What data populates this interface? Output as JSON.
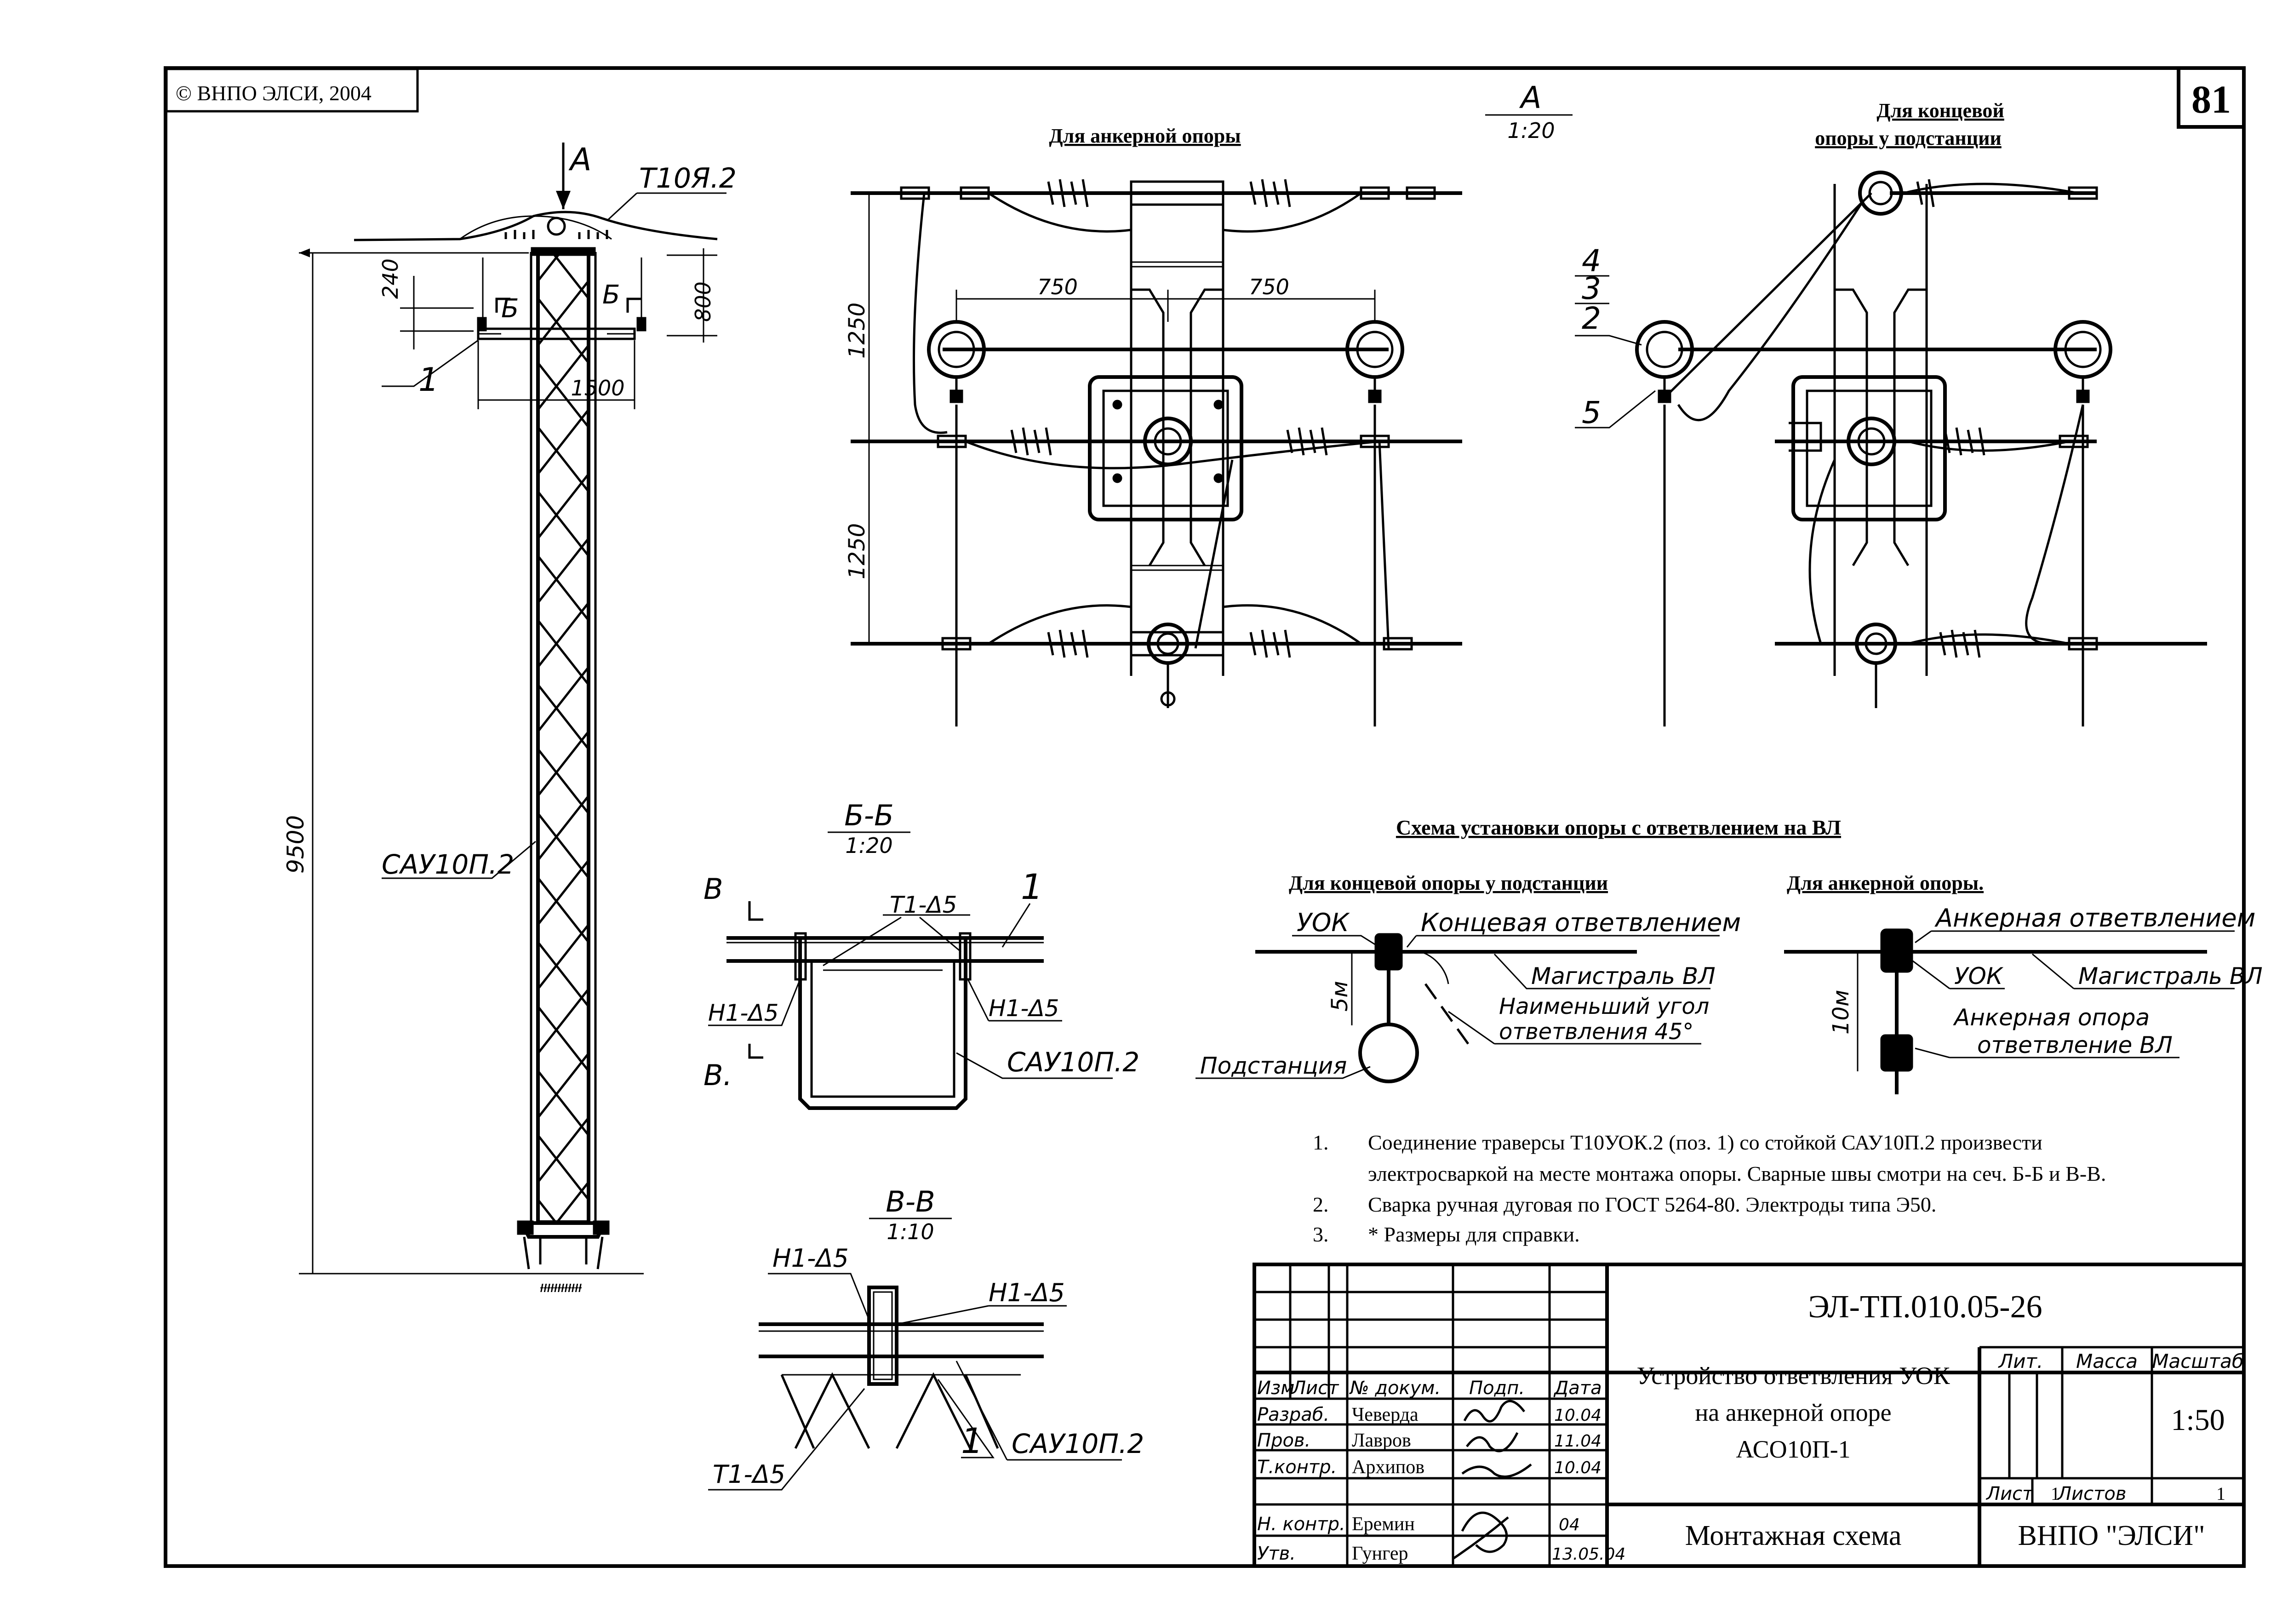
{
  "copyright": "© ВНПО ЭЛСИ, 2004",
  "sheet_number": "81",
  "left_view": {
    "arrow_label": "А",
    "crossarm_label": "Т10Я.2",
    "dim_240": "240",
    "dim_800": "800",
    "dim_1500": "1500",
    "dim_9500": "9500",
    "section_b_left": "Б",
    "section_b_right": "Б",
    "pos_1": "1",
    "column_label": "САУ10П.2",
    "ground_marks": "ᵼᵼᵼᵼᵼᵼᵼᵼᵼᵼᵼᵼ"
  },
  "view_a": {
    "title": "А",
    "scale": "1:20",
    "anchor_title": "Для анкерной опоры",
    "terminal_title_line1": "Для концевой",
    "terminal_title_line2": "опоры у подстанции",
    "dim_750_left": "750",
    "dim_750_right": "750",
    "dim_1250_top": "1250",
    "dim_1250_bottom": "1250",
    "pos_4": "4",
    "pos_3": "3",
    "pos_2": "2",
    "pos_5": "5"
  },
  "section_bb": {
    "title": "Б-Б",
    "scale": "1:20",
    "label_v_top": "В",
    "label_v_bottom": "В.",
    "weld_top": "Т1-Δ5",
    "weld_left": "Н1-Δ5",
    "weld_right": "Н1-Δ5",
    "pos_1": "1",
    "column_label": "САУ10П.2"
  },
  "section_vv": {
    "title": "В-В",
    "scale": "1:10",
    "weld_left": "Н1-Δ5",
    "weld_right": "Н1-Δ5",
    "weld_bottom": "Т1-Δ5",
    "pos_1": "1",
    "column_label": "САУ10П.2"
  },
  "scheme": {
    "title": "Схема установки опоры с ответвлением на ВЛ",
    "left_title": "Для концевой опоры у подстанции",
    "left_uok": "УОК",
    "left_branch": "Концевая ответвлением",
    "left_main": "Магистраль ВЛ",
    "left_angle_line1": "Наименьший угол",
    "left_angle_line2": "ответвления 45°",
    "left_dim": "5м",
    "left_substation": "Подстанция",
    "right_title": "Для анкерной опоры.",
    "right_branch": "Анкерная ответвлением",
    "right_uok": "УОК",
    "right_main": "Магистраль ВЛ",
    "right_dim": "10м",
    "right_anchor_line1": "Анкерная опора",
    "right_anchor_line2": "ответвление ВЛ"
  },
  "notes": [
    {
      "num": "1.",
      "line1": "Соединение траверсы Т10УОК.2 (поз. 1) со стойкой САУ10П.2  произвести",
      "line2": "электросваркой на месте монтажа опоры.  Сварные швы смотри на сеч. Б-Б и В-В."
    },
    {
      "num": "2.",
      "line1": "Сварка ручная дуговая  по ГОСТ 5264-80. Электроды типа Э50."
    },
    {
      "num": "3.",
      "line1": "* Размеры для справки."
    }
  ],
  "title_block": {
    "doc_code": "ЭЛ-ТП.010.05-26",
    "description_line1": "Устройство ответвления УОК",
    "description_line2": "на анкерной  опоре",
    "description_line3": "АСО10П-1",
    "drawing_title": "Монтажная схема",
    "organization": "ВНПО \"ЭЛСИ\"",
    "col_lit": "Лит.",
    "col_mass": "Масса",
    "col_scale": "Масштаб",
    "scale_value": "1:50",
    "sheet_label": "Лист",
    "sheet_value": "1",
    "sheets_label": "Листов",
    "sheets_value": "1",
    "header_izm": "Изм",
    "header_list": "Лист",
    "header_doc": "№ докум.",
    "header_sign": "Подп.",
    "header_date": "Дата",
    "roles": [
      {
        "role": "Разраб.",
        "name": "Чеверда",
        "date": "10.04"
      },
      {
        "role": "Пров.",
        "name": "Лавров",
        "date": "11.04"
      },
      {
        "role": "Т.контр.",
        "name": "Архипов",
        "date": "10.04"
      },
      {
        "role": "Н. контр.",
        "name": "Еремин",
        "date": "04"
      },
      {
        "role": "Утв.",
        "name": "Гунгер",
        "date": "13.05.04"
      }
    ]
  }
}
